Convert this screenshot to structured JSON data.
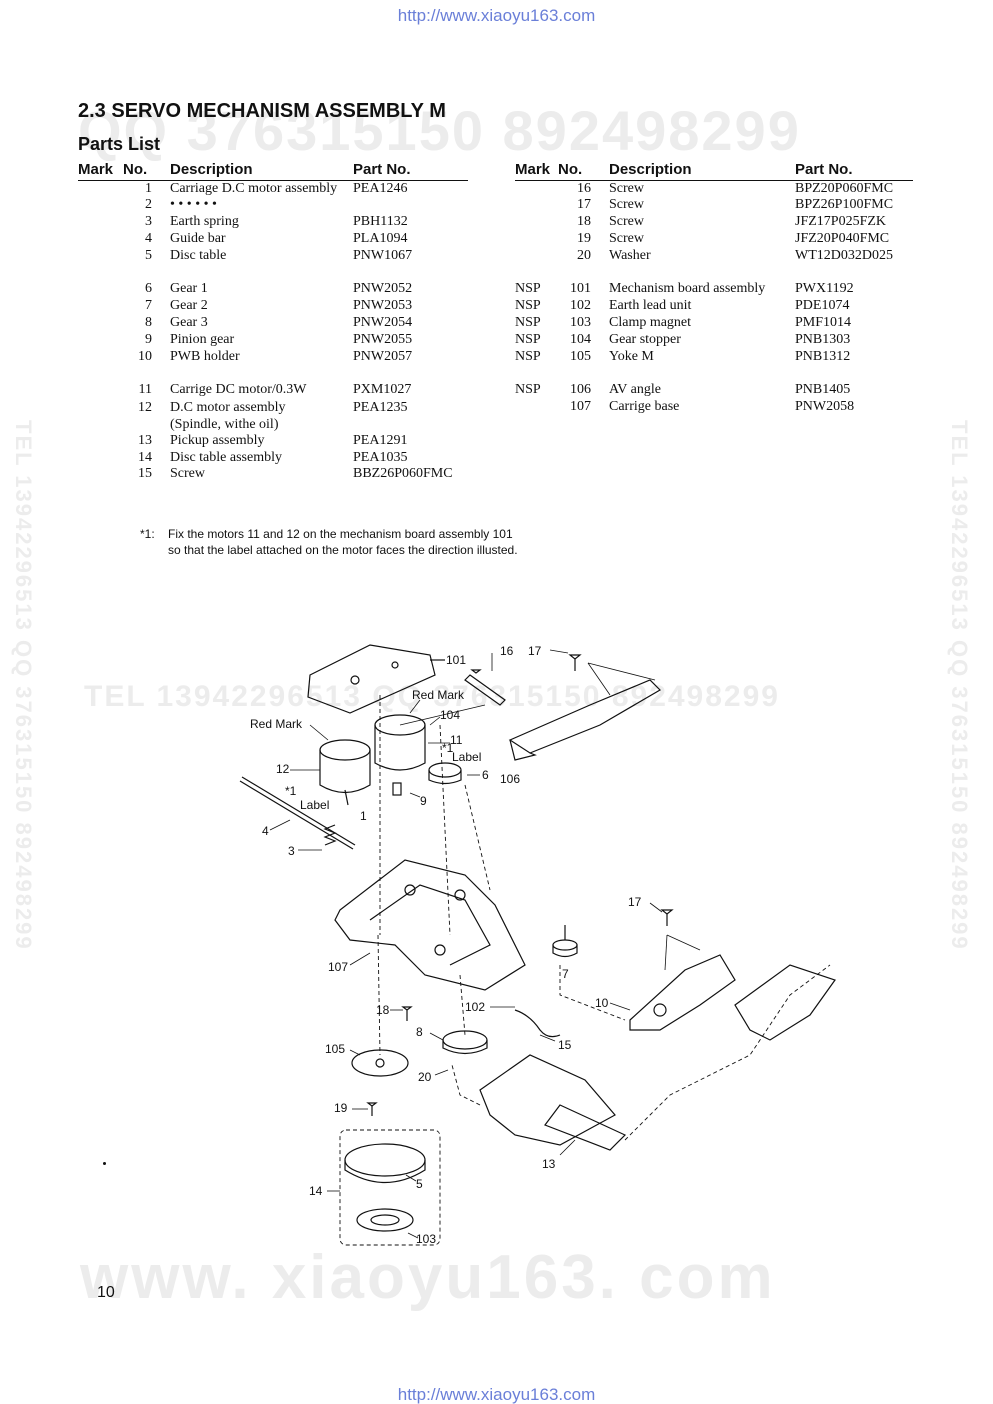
{
  "header_url": "http://www.xiaoyu163.com",
  "footer_url": "http://www.xiaoyu163.com",
  "watermarks": {
    "top": "QQ 376315150   892498299",
    "middle": "TEL 13942296513   QQ 376315150   892498299",
    "bottom": "www. xiaoyu163. com",
    "left": "TEL 13942296513 QQ 376315150 892498299",
    "right": "TEL 13942296513 QQ 376315150 892498299"
  },
  "section_title": "2.3 SERVO MECHANISM ASSEMBLY M",
  "parts_heading": "Parts List",
  "columns": {
    "mark": "Mark",
    "no": "No.",
    "description": "Description",
    "part_no": "Part No."
  },
  "left_parts": [
    {
      "mark": "",
      "no": "1",
      "desc": "Carriage D.C motor assembly",
      "part": "PEA1246"
    },
    {
      "mark": "",
      "no": "2",
      "desc": "• • • • • •",
      "part": ""
    },
    {
      "mark": "",
      "no": "3",
      "desc": "Earth spring",
      "part": "PBH1132"
    },
    {
      "mark": "",
      "no": "4",
      "desc": "Guide bar",
      "part": "PLA1094"
    },
    {
      "mark": "",
      "no": "5",
      "desc": "Disc table",
      "part": "PNW1067"
    },
    {
      "mark": "",
      "no": "6",
      "desc": "Gear 1",
      "part": "PNW2052"
    },
    {
      "mark": "",
      "no": "7",
      "desc": "Gear 2",
      "part": "PNW2053"
    },
    {
      "mark": "",
      "no": "8",
      "desc": "Gear 3",
      "part": "PNW2054"
    },
    {
      "mark": "",
      "no": "9",
      "desc": "Pinion gear",
      "part": "PNW2055"
    },
    {
      "mark": "",
      "no": "10",
      "desc": "PWB holder",
      "part": "PNW2057"
    },
    {
      "mark": "",
      "no": "11",
      "desc": "Carrige DC motor/0.3W",
      "part": "PXM1027"
    },
    {
      "mark": "",
      "no": "12",
      "desc": "D.C motor assembly (Spindle, withe oil)",
      "part": "PEA1235"
    },
    {
      "mark": "",
      "no": "13",
      "desc": "Pickup assembly",
      "part": "PEA1291"
    },
    {
      "mark": "",
      "no": "14",
      "desc": "Disc table assembly",
      "part": "PEA1035"
    },
    {
      "mark": "",
      "no": "15",
      "desc": "Screw",
      "part": "BBZ26P060FMC"
    }
  ],
  "right_parts": [
    {
      "mark": "",
      "no": "16",
      "desc": "Screw",
      "part": "BPZ20P060FMC"
    },
    {
      "mark": "",
      "no": "17",
      "desc": "Screw",
      "part": "BPZ26P100FMC"
    },
    {
      "mark": "",
      "no": "18",
      "desc": "Screw",
      "part": "JFZ17P025FZK"
    },
    {
      "mark": "",
      "no": "19",
      "desc": "Screw",
      "part": "JFZ20P040FMC"
    },
    {
      "mark": "",
      "no": "20",
      "desc": "Washer",
      "part": "WT12D032D025"
    },
    {
      "mark": "NSP",
      "no": "101",
      "desc": "Mechanism board assembly",
      "part": "PWX1192"
    },
    {
      "mark": "NSP",
      "no": "102",
      "desc": "Earth lead unit",
      "part": "PDE1074"
    },
    {
      "mark": "NSP",
      "no": "103",
      "desc": "Clamp magnet",
      "part": "PMF1014"
    },
    {
      "mark": "NSP",
      "no": "104",
      "desc": "Gear stopper",
      "part": "PNB1303"
    },
    {
      "mark": "NSP",
      "no": "105",
      "desc": "Yoke M",
      "part": "PNB1312"
    },
    {
      "mark": "NSP",
      "no": "106",
      "desc": "AV angle",
      "part": "PNB1405"
    },
    {
      "mark": "",
      "no": "107",
      "desc": "Carrige base",
      "part": "PNW2058"
    }
  ],
  "footnote": {
    "mark": "*1:",
    "line1": "Fix the motors 11 and 12 on the mechanism board assembly 101",
    "line2": "so that the label attached on the motor faces the direction illusted."
  },
  "diagram_labels": {
    "l101": "101",
    "red_mark_a": "Red Mark",
    "red_mark_b": "Red Mark",
    "l104": "104",
    "l11": "11",
    "star1_a": "*1",
    "label_a": "Label",
    "l6": "6",
    "l106": "106",
    "l12": "12",
    "star1_b": "*1",
    "label_b": "Label",
    "l9": "9",
    "l1": "1",
    "l4": "4",
    "l3": "3",
    "l16": "16",
    "l17_top": "17",
    "l17_mid": "17",
    "l7": "7",
    "l10": "10",
    "l107": "107",
    "l18": "18",
    "l102": "102",
    "l8": "8",
    "l15": "15",
    "l105": "105",
    "l20": "20",
    "l19": "19",
    "l13": "13",
    "l14": "14",
    "l5": "5",
    "l103": "103"
  },
  "page_number": "10"
}
